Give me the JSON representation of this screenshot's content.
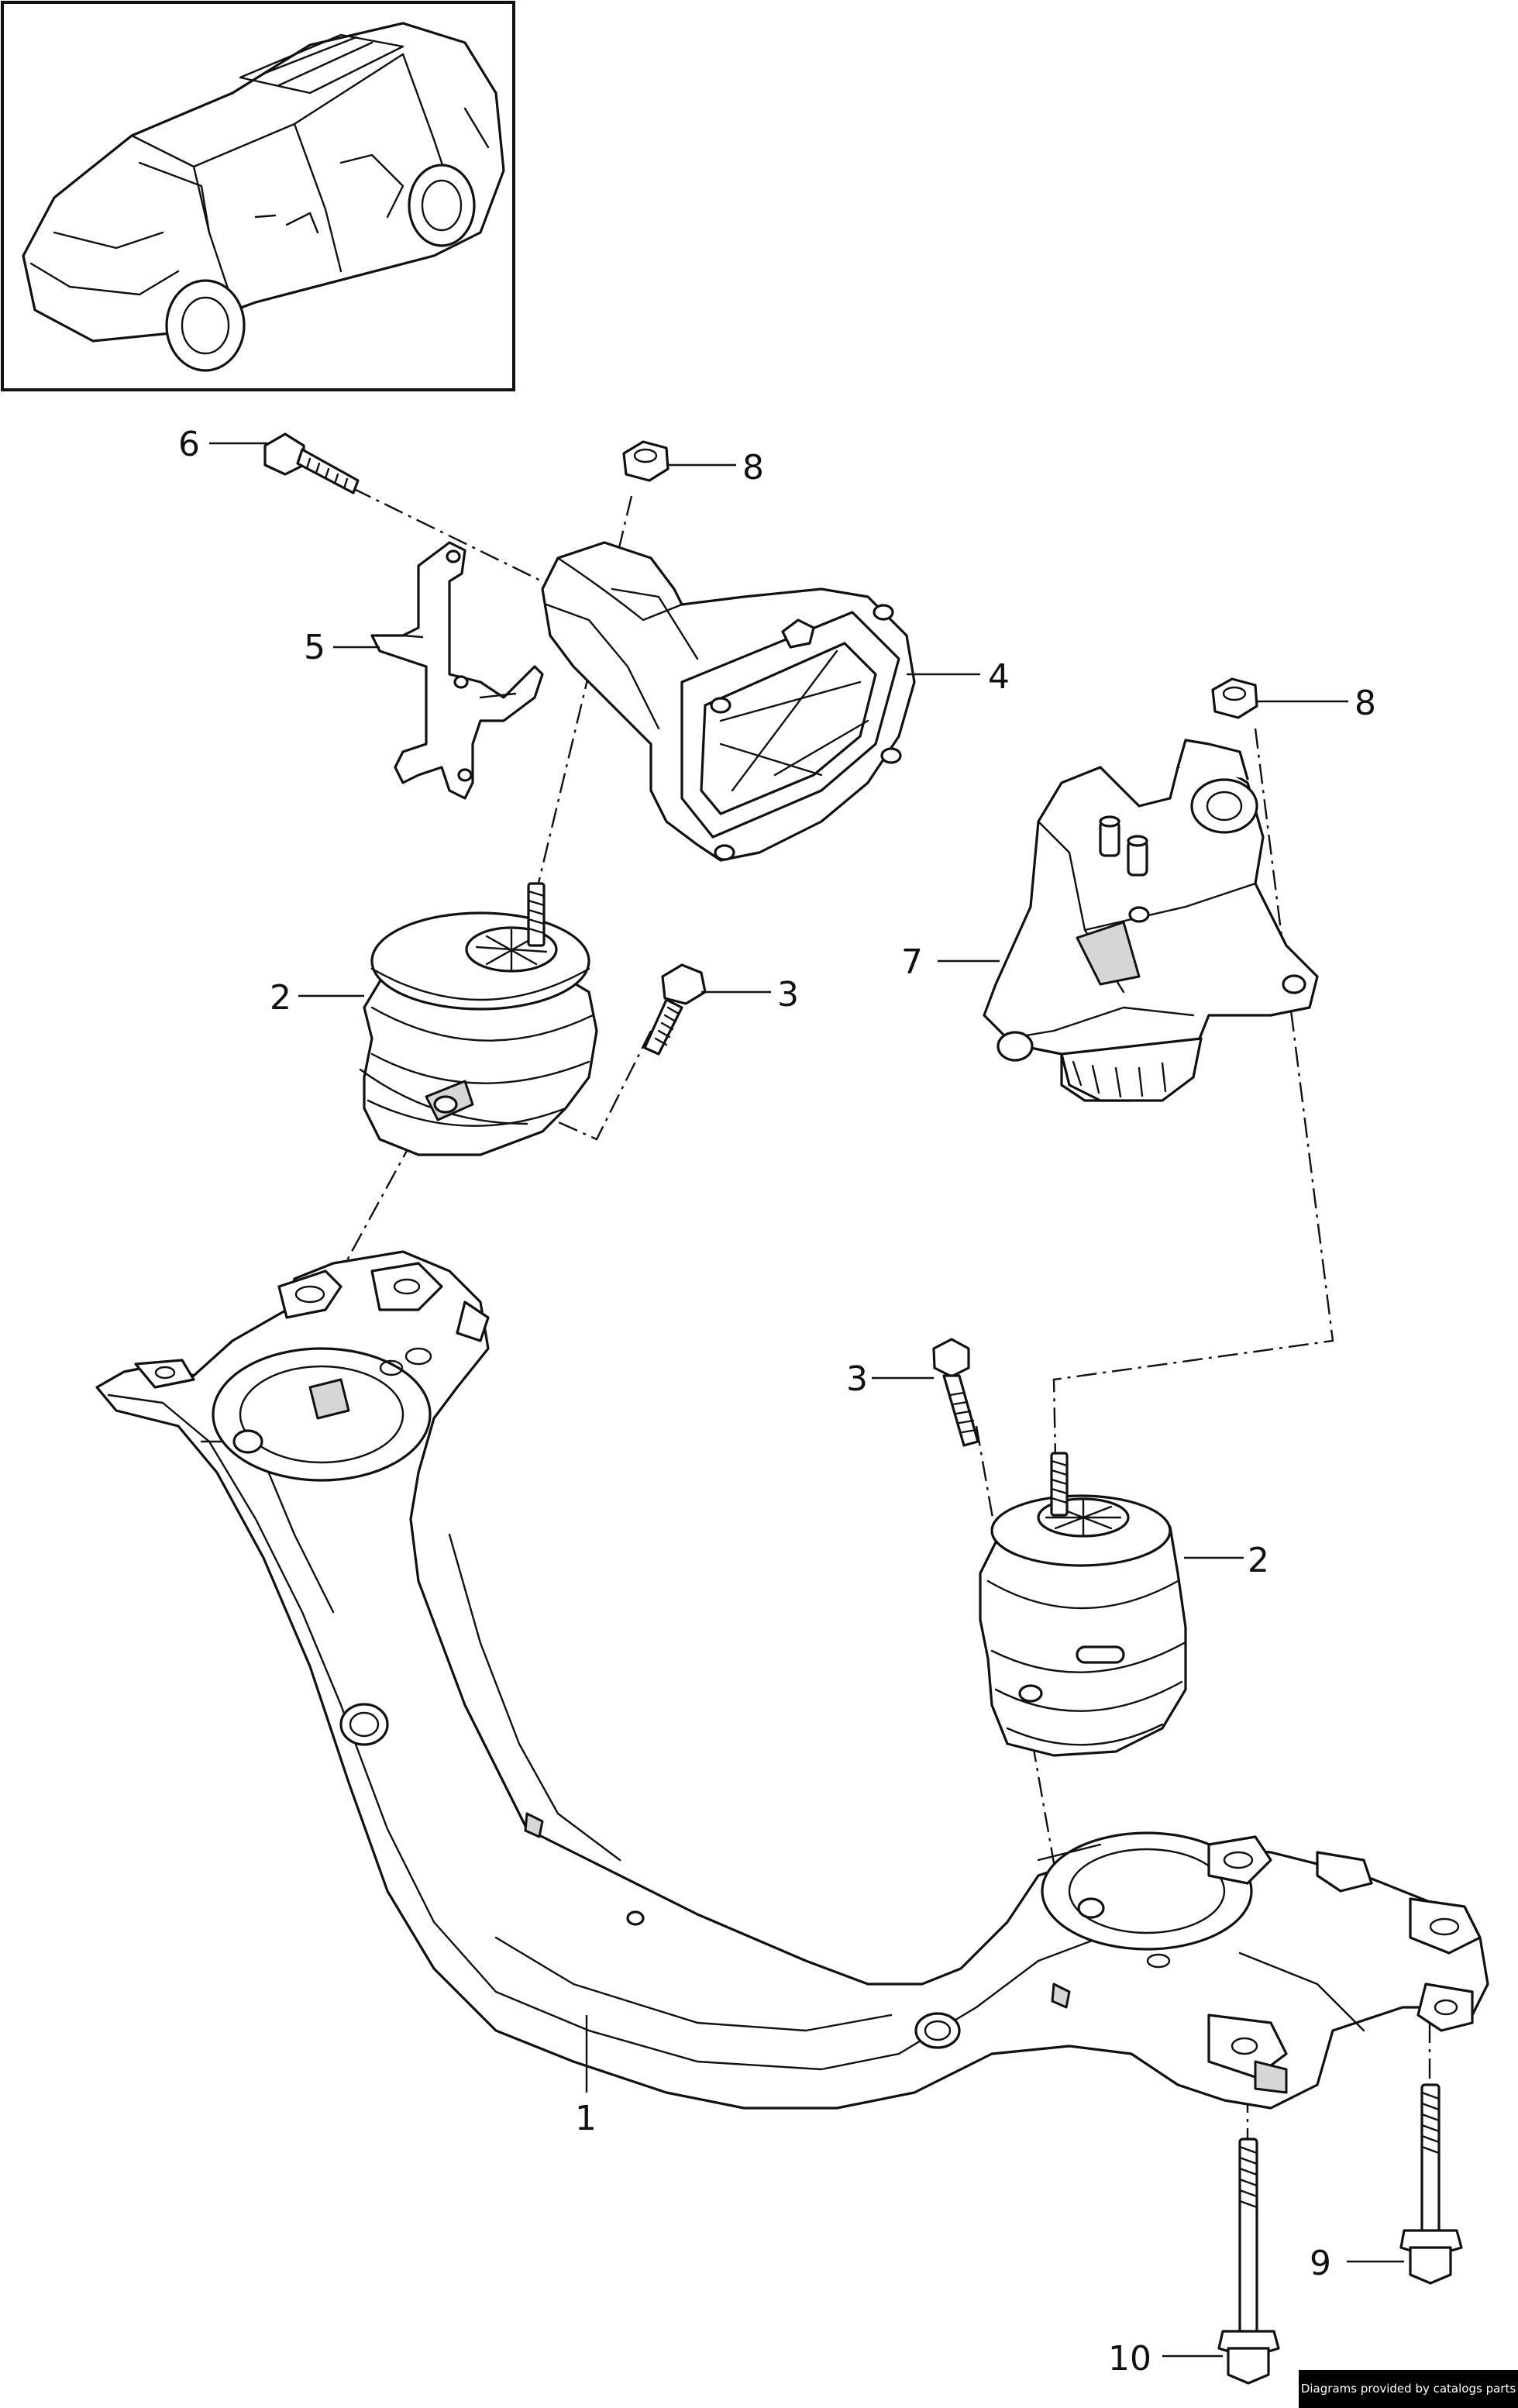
{
  "callouts": {
    "c1": "1",
    "c2a": "2",
    "c2b": "2",
    "c3a": "3",
    "c3b": "3",
    "c4": "4",
    "c5": "5",
    "c6": "6",
    "c7": "7",
    "c8a": "8",
    "c8b": "8",
    "c9": "9",
    "c10": "10"
  },
  "credit": "Diagrams provided by catalogs parts"
}
